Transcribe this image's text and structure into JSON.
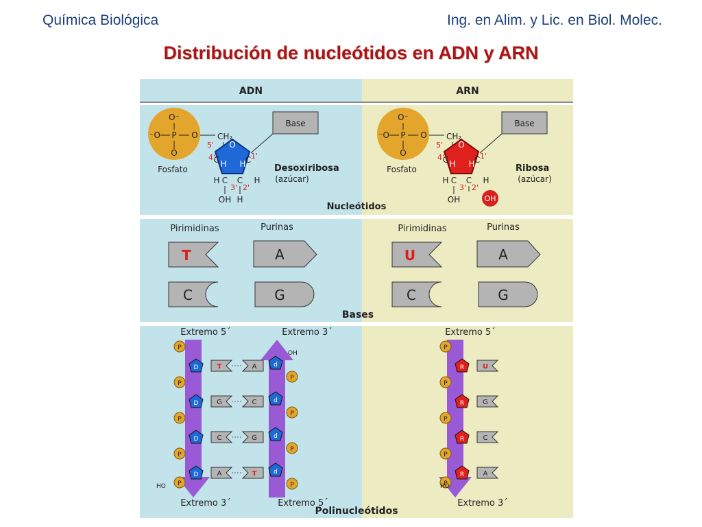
{
  "header": {
    "left": "Química Biológica",
    "right": "Ing. en Alim. y Lic. en Biol. Molec.",
    "title": "Distribución de nucleótidos en ADN y ARN"
  },
  "colors": {
    "dna_panel": "#c3e3eb",
    "rna_panel": "#ecebc2",
    "phosphate": "#e3a52c",
    "deoxyribose": "#1e68d8",
    "ribose": "#e0201c",
    "strand": "#9a5ad6",
    "base_tag": "#b4b4b4",
    "label_red": "#d8201c"
  },
  "figure": {
    "adn": "ADN",
    "arn": "ARN",
    "nucleotidos": {
      "o_minus": "O⁻",
      "o_neg_left": "⁻O",
      "p": "P",
      "o": "O",
      "ch2": "CH₂",
      "c": "C",
      "h": "H",
      "oh": "OH",
      "n5": "5'",
      "n4": "4'",
      "n3": "3'",
      "n2": "2'",
      "n1": "1'",
      "base": "Base",
      "fosfato": "Fosfato",
      "desoxiribosa": "Desoxiribosa",
      "ribosa": "Ribosa",
      "azucar": "(azúcar)",
      "label": "Nucleótidos"
    },
    "bases": {
      "pirimidinas": "Pirimidinas",
      "purinas": "Purinas",
      "t": "T",
      "a": "A",
      "c": "C",
      "g": "G",
      "u": "U",
      "label": "Bases"
    },
    "poly": {
      "extremo5": "Extremo 5´",
      "extremo3": "Extremo 3´",
      "p": "P",
      "d": "D",
      "dd": "d",
      "r": "R",
      "ho": "HO",
      "oh": "OH",
      "dna_left": [
        "T",
        "G",
        "C",
        "A"
      ],
      "dna_right": [
        "A",
        "C",
        "G",
        "T"
      ],
      "rna": [
        "U",
        "G",
        "C",
        "A"
      ],
      "label": "Polinucleótidos"
    }
  }
}
